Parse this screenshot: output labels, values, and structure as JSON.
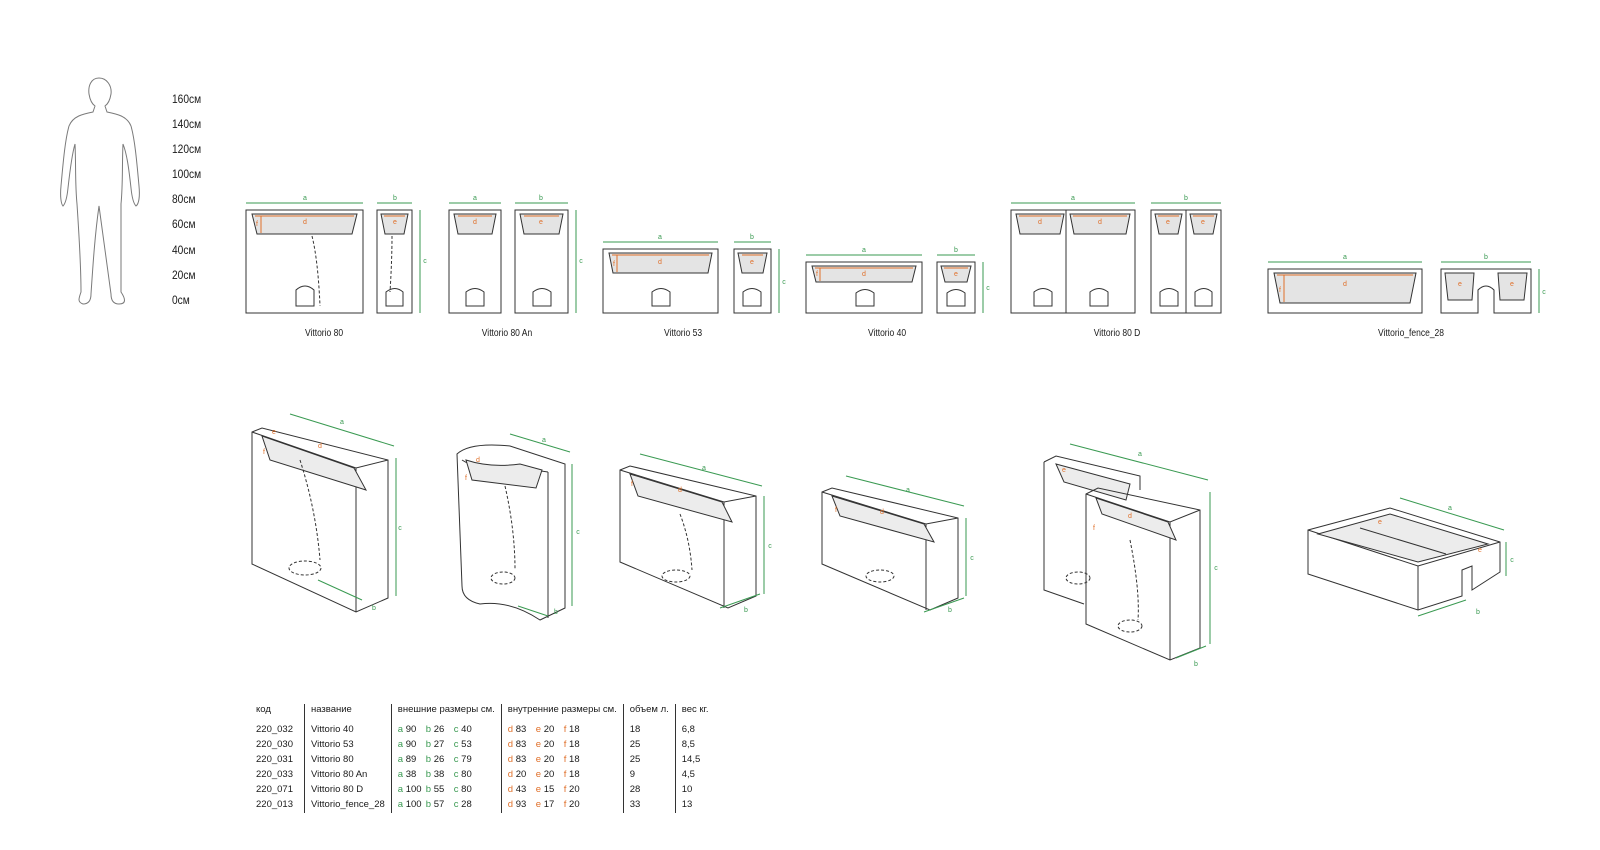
{
  "scale": {
    "labels": [
      "160см",
      "140см",
      "120см",
      "100см",
      "80см",
      "60см",
      "40см",
      "20см",
      "0см"
    ]
  },
  "dimension_letters": {
    "a": "a",
    "b": "b",
    "c": "c",
    "d": "d",
    "e": "e",
    "f": "f"
  },
  "models": [
    "Vittorio 80",
    "Vittorio 80 An",
    "Vittorio 53",
    "Vittorio 40",
    "Vittorio 80 D",
    "Vittorio_fence_28"
  ],
  "colors": {
    "outer_dims": "#3a9a52",
    "inner_dims": "#e0702a",
    "line": "#333333",
    "fill": "#e4e4e4"
  },
  "table": {
    "headers": {
      "code": "код",
      "name": "название",
      "outer": "внешние размеры  см.",
      "inner": "внутренние размеры  см.",
      "volume": "объем  л.",
      "weight": "вес кг."
    },
    "rows": [
      {
        "code": "220_032",
        "name": "Vittorio 40",
        "a": "90",
        "b": "26",
        "c": "40",
        "d": "83",
        "e": "20",
        "f": "18",
        "volume": "18",
        "weight": "6,8"
      },
      {
        "code": "220_030",
        "name": "Vittorio 53",
        "a": "90",
        "b": "27",
        "c": "53",
        "d": "83",
        "e": "20",
        "f": "18",
        "volume": "25",
        "weight": "8,5"
      },
      {
        "code": "220_031",
        "name": "Vittorio 80",
        "a": "89",
        "b": "26",
        "c": "79",
        "d": "83",
        "e": "20",
        "f": "18",
        "volume": "25",
        "weight": "14,5"
      },
      {
        "code": "220_033",
        "name": "Vittorio 80 An",
        "a": "38",
        "b": "38",
        "c": "80",
        "d": "20",
        "e": "20",
        "f": "18",
        "volume": "9",
        "weight": "4,5"
      },
      {
        "code": "220_071",
        "name": "Vittorio 80 D",
        "a": "100",
        "b": "55",
        "c": "80",
        "d": "43",
        "e": "15",
        "f": "20",
        "volume": "28",
        "weight": "10"
      },
      {
        "code": "220_013",
        "name": "Vittorio_fence_28",
        "a": "100",
        "b": "57",
        "c": "28",
        "d": "93",
        "e": "17",
        "f": "20",
        "volume": "33",
        "weight": "13"
      }
    ]
  }
}
